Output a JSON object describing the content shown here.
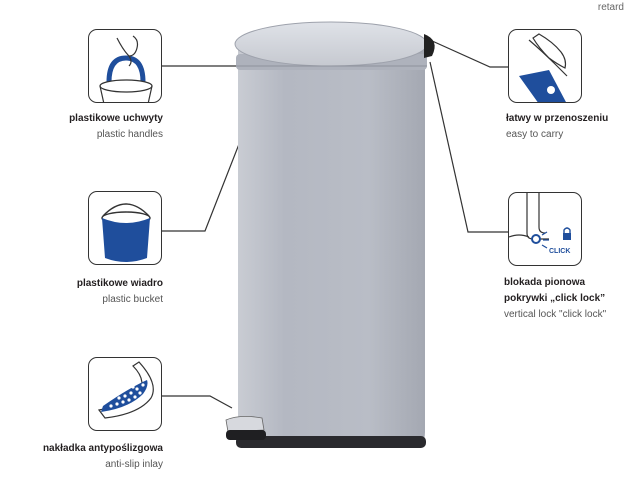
{
  "corner_text": "retard",
  "features": {
    "handles": {
      "pl": "plastikowe uchwyty",
      "en": "plastic handles"
    },
    "bucket": {
      "pl": "plastikowe wiadro",
      "en": "plastic bucket"
    },
    "antislip": {
      "pl": "nakładka antypoślizgowa",
      "en": "anti-slip inlay"
    },
    "carry": {
      "pl": "łatwy w przenoszeniu",
      "en": "easy to carry"
    },
    "lock": {
      "pl_line1": "blokada pionowa",
      "pl_line2": "pokrywki „click lock”",
      "en": "vertical lock \"click lock\"",
      "icon_label": "CLICK"
    }
  },
  "colors": {
    "accent": "#1f4e9c",
    "bin": "#b9bdc6",
    "outline": "#333333"
  }
}
